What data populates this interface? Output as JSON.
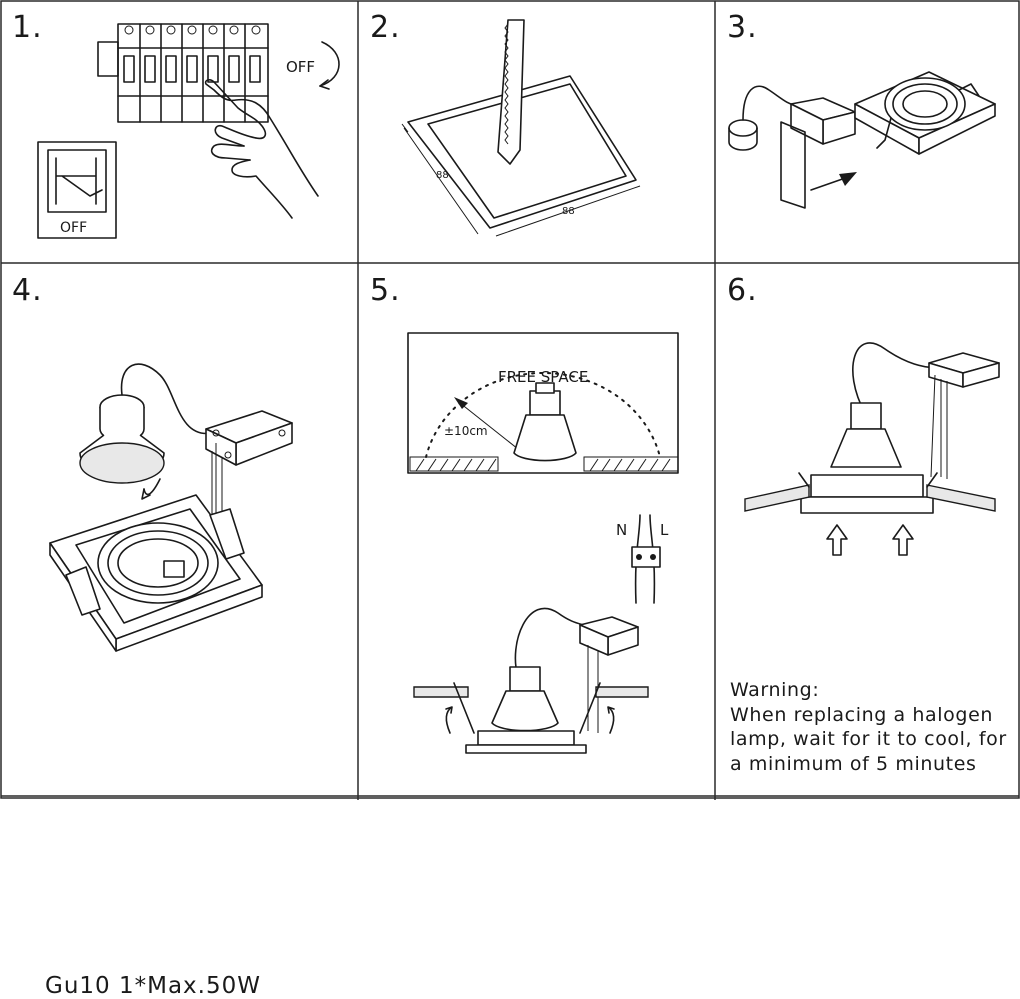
{
  "steps": [
    {
      "number": "1.",
      "switch_label": "OFF",
      "arrow_label": "OFF"
    },
    {
      "number": "2.",
      "dim_width": "88",
      "dim_depth": "88"
    },
    {
      "number": "3."
    },
    {
      "number": "4.",
      "spec": "Gu10  1*Max.50W"
    },
    {
      "number": "5.",
      "free_space": "FREE SPACE",
      "clearance": "±10cm",
      "neutral": "N",
      "live": "L"
    },
    {
      "number": "6.",
      "warning_lines": [
        "Warning:",
        "When replacing a halogen",
        "lamp, wait for it to cool, for",
        "a minimum of 5 minutes"
      ]
    }
  ],
  "colors": {
    "line": "#1a1a1a",
    "background": "#ffffff",
    "border": "#2a2a2a"
  }
}
